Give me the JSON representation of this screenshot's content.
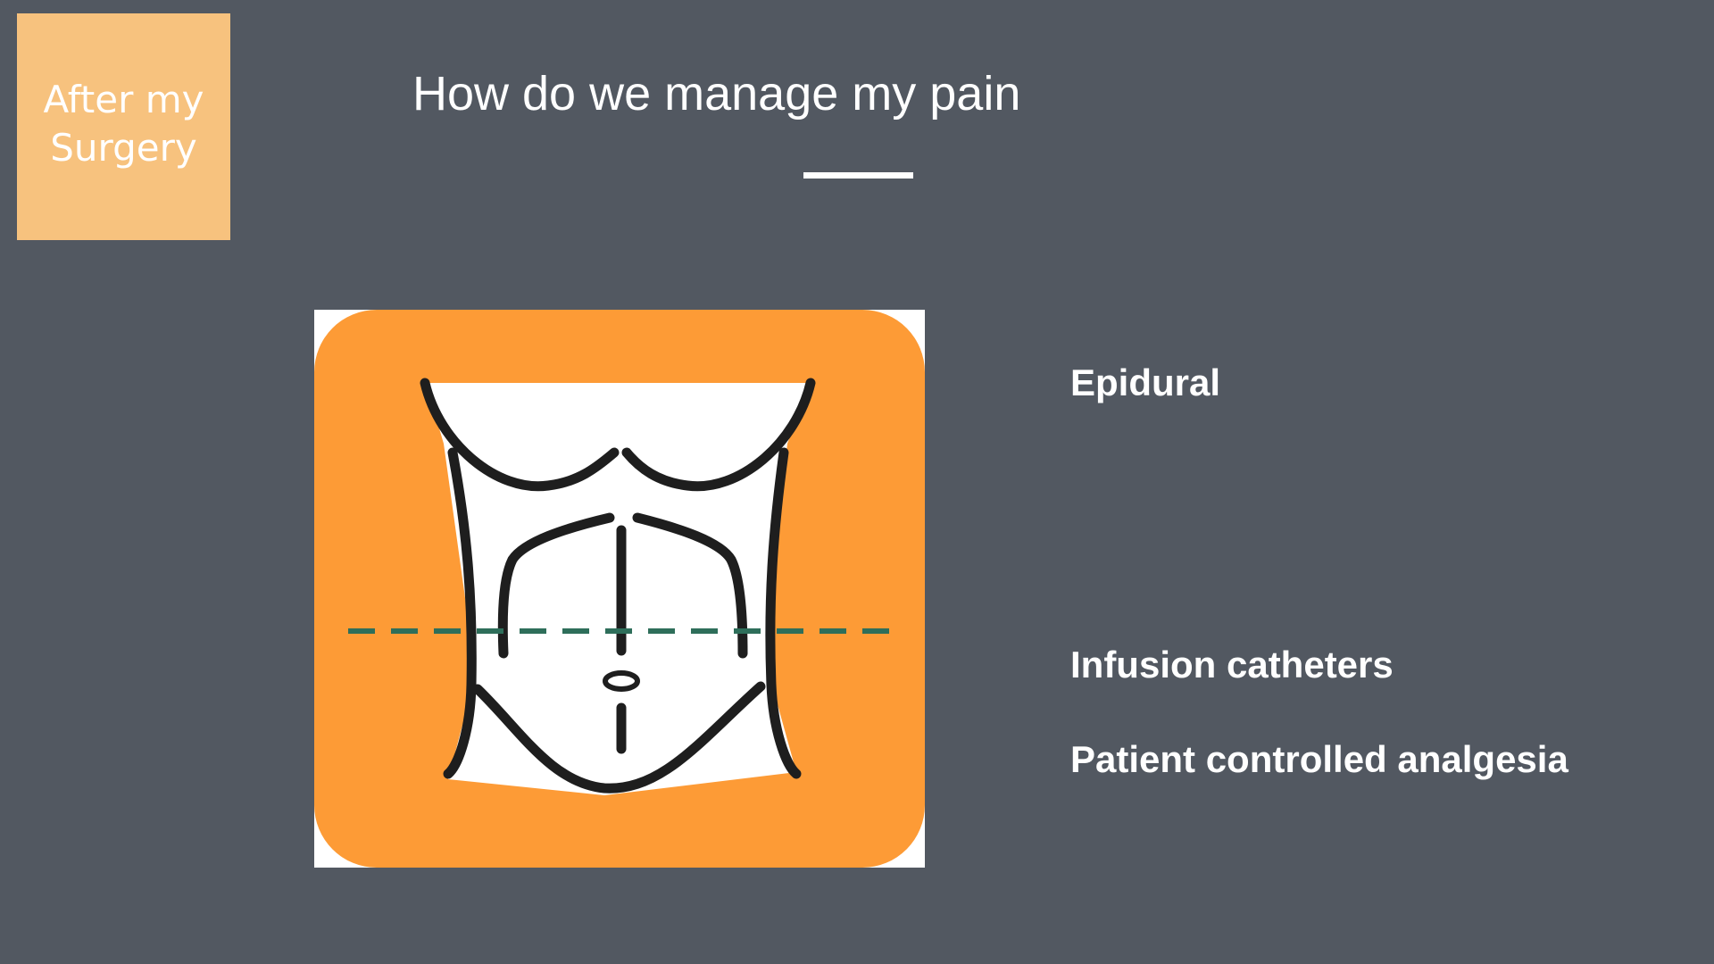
{
  "section": {
    "label": "After my\nSurgery",
    "background_color": "#f7c27e"
  },
  "slide": {
    "title": "How do we manage my pain",
    "background_color": "#525861"
  },
  "illustration": {
    "icon": "abdomen-incision-icon",
    "tile_color": "#fd9b36",
    "incision_line_color": "#2e6e5a"
  },
  "pain_management_options": [
    {
      "label": "Epidural"
    },
    {
      "label": "Infusion catheters"
    },
    {
      "label": "Patient controlled analgesia"
    }
  ]
}
